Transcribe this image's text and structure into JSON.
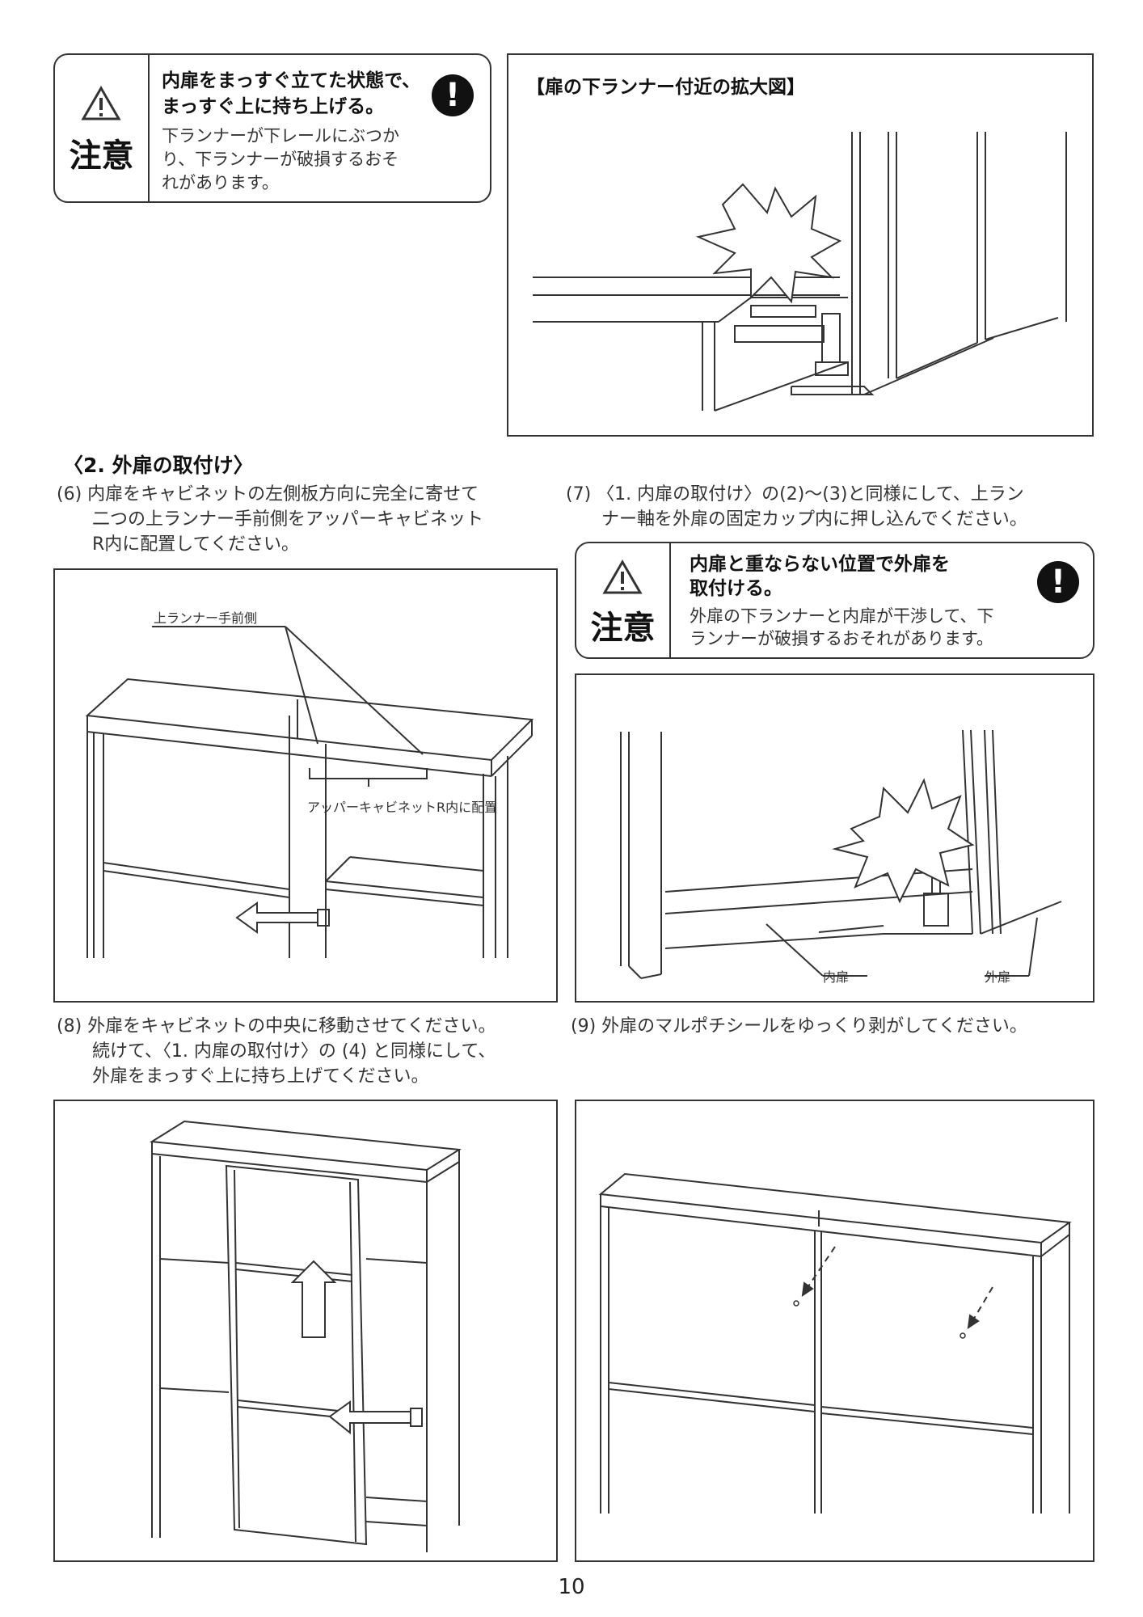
{
  "caution1": {
    "word": "注意",
    "heading_lines": [
      "内扉をまっすぐ立てた状態で、",
      "まっすぐ上に持ち上げる。"
    ],
    "body_lines": [
      "下ランナーが下レールにぶつか",
      "り、下ランナーが破損するおそ",
      "れがあります。"
    ],
    "mark": "!"
  },
  "fig_closeup": {
    "title": "【扉の下ランナー付近の拡大図】"
  },
  "section_heading": "〈2. 外扉の取付け〉",
  "step6": {
    "text": "(6) 内扉をキャビネットの左側板方向に完全に寄せて\n　　二つの上ランナー手前側をアッパーキャビネット\n　　R内に配置してください。"
  },
  "step7": {
    "text": "(7) 〈1. 内扉の取付け〉の(2)〜(3)と同様にして、上ラン\n　　ナー軸を外扉の固定カップ内に押し込んでください。"
  },
  "caution2": {
    "word": "注意",
    "heading_lines": [
      "内扉と重ならない位置で外扉を",
      "取付ける。"
    ],
    "body_lines": [
      "外扉の下ランナーと内扉が干渉して、下",
      "ランナーが破損するおそれがあります。"
    ],
    "mark": "!"
  },
  "fig6": {
    "label_top": "上ランナー手前側",
    "label_place": "アッパーキャビネットR内に配置"
  },
  "fig7": {
    "label_inner": "内扉",
    "label_outer": "外扉"
  },
  "step8": {
    "text": "(8) 外扉をキャビネットの中央に移動させてください。\n　　続けて、〈1. 内扉の取付け〉の (4) と同様にして、\n　　外扉をまっすぐ上に持ち上げてください。"
  },
  "step9": {
    "text": "(9) 外扉のマルポチシールをゆっくり剥がしてください。"
  },
  "page_number": "10"
}
